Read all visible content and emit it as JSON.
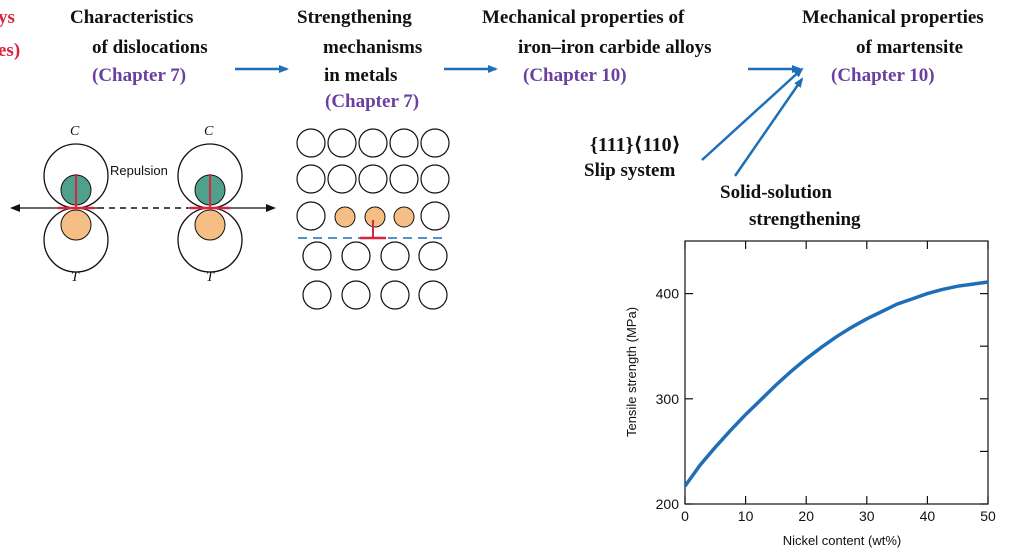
{
  "colors": {
    "arrow": "#1f6fb8",
    "chapter": "#6a3fa0",
    "edge_text": "#d9243f",
    "compression_atom": "#4fa08c",
    "tension_atom": "#f5be85",
    "dislocation": "#d9243f",
    "slip_plane": "#1f6fb8",
    "curve": "#1f6fb8"
  },
  "flow": {
    "edge_fragment_line1": "ys",
    "edge_fragment_line2": "es)",
    "node1": {
      "line1": "Characteristics",
      "line2": "of dislocations",
      "chapter": "(Chapter 7)"
    },
    "node2": {
      "line1": "Strengthening",
      "line2": "mechanisms",
      "line3": "in metals",
      "chapter": "(Chapter 7)"
    },
    "node3": {
      "line1": "Mechanical properties of",
      "line2": "iron–iron carbide alloys",
      "chapter": "(Chapter 10)"
    },
    "node4": {
      "line1": "Mechanical properties",
      "line2": "of martensite",
      "chapter": "(Chapter 10)"
    },
    "slip_notation": "{111}⟨110⟩",
    "slip_label": "Slip system",
    "solid_solution_line1": "Solid-solution",
    "solid_solution_line2": "strengthening"
  },
  "dislocation_figure": {
    "repulsion_label": "Repulsion",
    "compression_label": "C",
    "tension_label": "T"
  },
  "chart_data": {
    "type": "line",
    "xlabel": "Nickel content (wt%)",
    "ylabel": "Tensile strength (MPa)",
    "xlim": [
      0,
      50
    ],
    "ylim": [
      200,
      450
    ],
    "xticks": [
      "0",
      "10",
      "20",
      "30",
      "40",
      "50"
    ],
    "yticks": [
      "200",
      "300",
      "400"
    ],
    "series": [
      {
        "x": [
          0,
          2.5,
          5,
          7.5,
          10,
          12.5,
          15,
          17.5,
          20,
          22.5,
          25,
          27.5,
          30,
          32.5,
          35,
          37.5,
          40,
          42.5,
          45,
          47.5,
          50
        ],
        "y": [
          217,
          237,
          254,
          270,
          285,
          299,
          313,
          326,
          338,
          349,
          359,
          368,
          376,
          383,
          390,
          395,
          400,
          404,
          407,
          409,
          411
        ]
      }
    ]
  }
}
